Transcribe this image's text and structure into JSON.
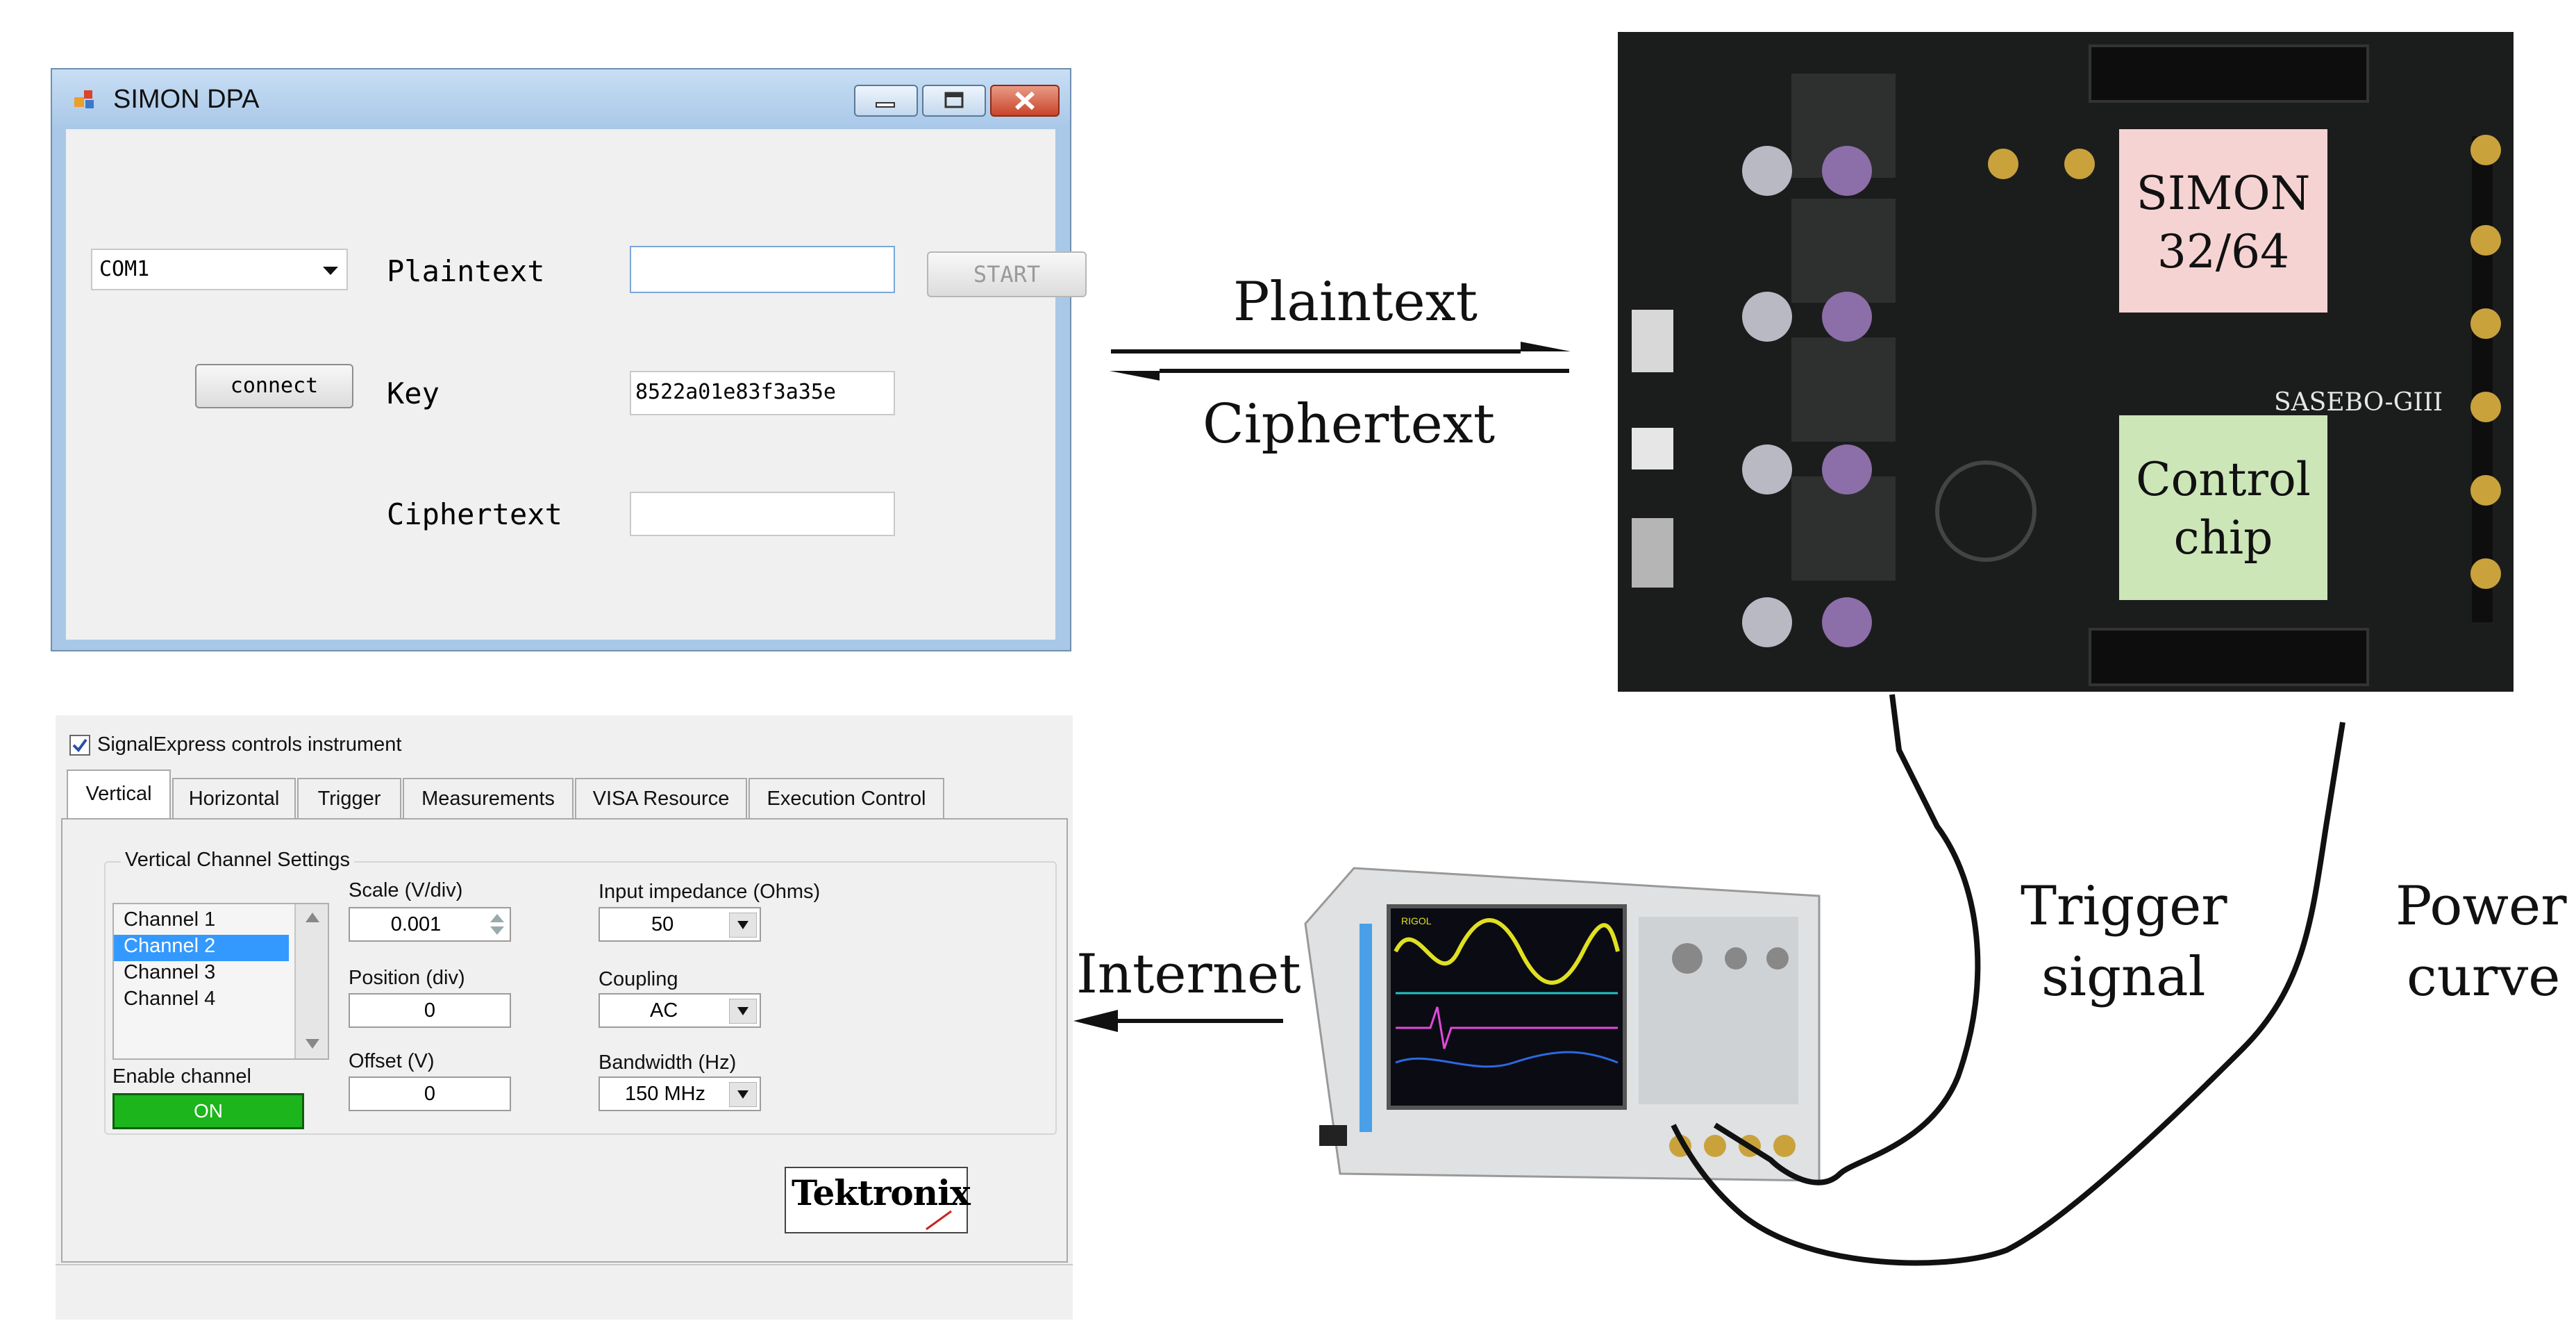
{
  "app_window": {
    "title": "SIMON DPA",
    "com_port": "COM1",
    "plaintext_label": "Plaintext",
    "plaintext_value": "",
    "start_button": "START",
    "connect_button": "connect",
    "key_label": "Key",
    "key_value": "8522a01e83f3a35e",
    "ciphertext_label": "Ciphertext",
    "ciphertext_value": ""
  },
  "signalexpress": {
    "checkbox_label": "SignalExpress controls instrument",
    "tabs": [
      "Vertical",
      "Horizontal",
      "Trigger",
      "Measurements",
      "VISA Resource",
      "Execution Control"
    ],
    "group_title": "Vertical Channel Settings",
    "channels": [
      "Channel 1",
      "Channel 2",
      "Channel 3",
      "Channel 4"
    ],
    "selected_channel": "Channel 2",
    "enable_channel_label": "Enable channel",
    "enable_button": "ON",
    "scale_label": "Scale (V/div)",
    "scale_value": "0.001",
    "position_label": "Position (div)",
    "position_value": "0",
    "offset_label": "Offset (V)",
    "offset_value": "0",
    "impedance_label": "Input impedance (Ohms)",
    "impedance_value": "50",
    "coupling_label": "Coupling",
    "coupling_value": "AC",
    "bandwidth_label": "Bandwidth (Hz)",
    "bandwidth_value": "150 MHz",
    "logo_text": "Tektronix"
  },
  "diagram": {
    "plaintext_arrow_label": "Plaintext",
    "ciphertext_arrow_label": "Ciphertext",
    "internet_label": "Internet",
    "trigger_label_line1": "Trigger",
    "trigger_label_line2": "signal",
    "power_label_line1": "Power",
    "power_label_line2": "curve"
  },
  "board": {
    "simon_box_line1": "SIMON",
    "simon_box_line2": "32/64",
    "control_box_line1": "Control",
    "control_box_line2": "chip",
    "board_silkscreen": "SASEBO-GIII",
    "simon_box_color": "#f6d3d3",
    "control_box_color": "#cce6b8"
  },
  "oscilloscope": {
    "brand": "RIGOL"
  }
}
